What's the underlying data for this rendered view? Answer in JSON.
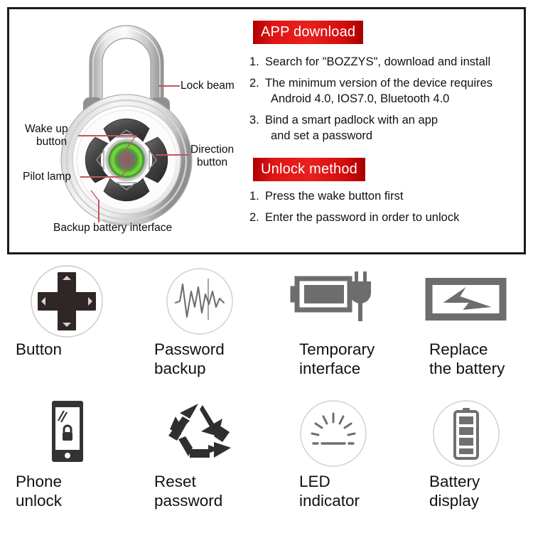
{
  "diagram": {
    "title_alt": "Smart padlock feature diagram",
    "callouts": [
      {
        "id": "lock-beam",
        "label": "Lock beam"
      },
      {
        "id": "wake-up",
        "line1": "Wake up",
        "line2": "button"
      },
      {
        "id": "pilot-lamp",
        "label": "Pilot lamp"
      },
      {
        "id": "direction",
        "line1": "Direction",
        "line2": "button"
      },
      {
        "id": "backup",
        "label": "Backup battery interface"
      }
    ],
    "colors": {
      "leader_line": "#c0555f",
      "lamp_green": "#5fc13a",
      "body_grey": "#b9b9b9",
      "button_dark": "#4a4a4a"
    }
  },
  "instructions": {
    "app_download": {
      "tag": "APP download",
      "steps": [
        {
          "num": "1.",
          "lines": [
            "Search for \"BOZZYS\", download and install"
          ]
        },
        {
          "num": "2.",
          "lines": [
            "The minimum version of the device requires",
            "Android 4.0, IOS7.0, Bluetooth 4.0"
          ]
        },
        {
          "num": "3.",
          "lines": [
            "Bind a smart padlock with an app",
            "and set a password"
          ]
        }
      ]
    },
    "unlock_method": {
      "tag": "Unlock method",
      "steps": [
        {
          "num": "1.",
          "lines": [
            "Press the wake button first"
          ]
        },
        {
          "num": "2.",
          "lines": [
            "Enter the password in order to unlock"
          ]
        }
      ]
    },
    "tag_color": "#cf0a0a"
  },
  "features": {
    "row1": [
      {
        "icon": "dpad-button-icon",
        "line1": "Button",
        "line2": ""
      },
      {
        "icon": "waveform-icon",
        "line1": "Password",
        "line2": "backup"
      },
      {
        "icon": "battery-plug-icon",
        "line1": "Temporary",
        "line2": "interface"
      },
      {
        "icon": "battery-bolt-icon",
        "line1": "Replace",
        "line2": "the battery"
      }
    ],
    "row2": [
      {
        "icon": "phone-lock-icon",
        "line1": "Phone",
        "line2": "unlock"
      },
      {
        "icon": "recycle-icon",
        "line1": "Reset",
        "line2": "password"
      },
      {
        "icon": "led-indicator-icon",
        "line1": "LED",
        "line2": "indicator"
      },
      {
        "icon": "battery-level-icon",
        "line1": "Battery",
        "line2": "display"
      }
    ]
  }
}
